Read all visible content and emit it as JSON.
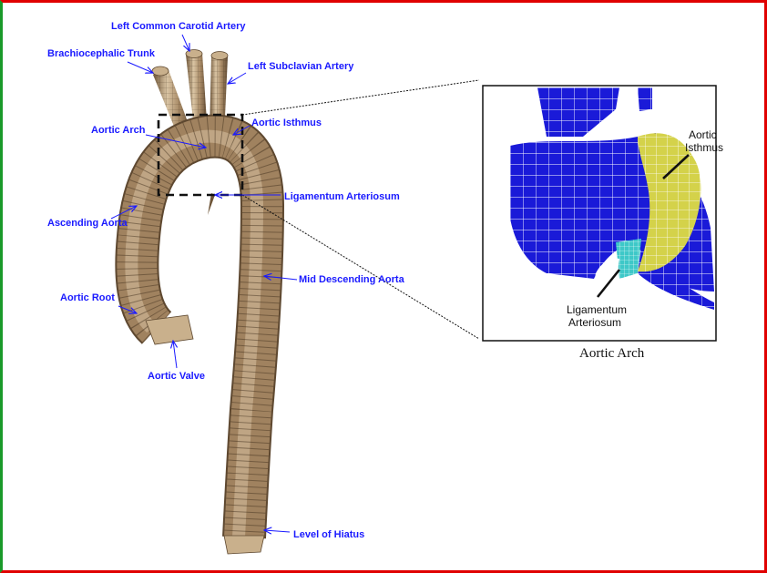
{
  "labels": {
    "left_common_carotid": "Left Common Carotid Artery",
    "brachiocephalic": "Brachiocephalic Trunk",
    "left_subclavian": "Left Subclavian Artery",
    "aortic_arch": "Aortic Arch",
    "aortic_isthmus": "Aortic Isthmus",
    "ligamentum": "Ligamentum Arteriosum",
    "ascending": "Ascending Aorta",
    "mid_descending": "Mid Descending Aorta",
    "aortic_root": "Aortic Root",
    "aortic_valve": "Aortic Valve",
    "hiatus": "Level of Hiatus"
  },
  "inset": {
    "isthmus_line1": "Aortic",
    "isthmus_line2": "Isthmus",
    "ligamentum_line1": "Ligamentum",
    "ligamentum_line2": "Arteriosum",
    "caption": "Aortic Arch"
  },
  "colors": {
    "vessel": "#a0825f",
    "vessel_light": "#d8c3a2",
    "mesh_blue": "#1a1ad8",
    "mesh_yellow": "#d4d24a",
    "mesh_cyan": "#3ec8c8",
    "label_blue": "#1a1aff",
    "frame_red": "#e00000",
    "frame_green": "#1a9a2a"
  }
}
